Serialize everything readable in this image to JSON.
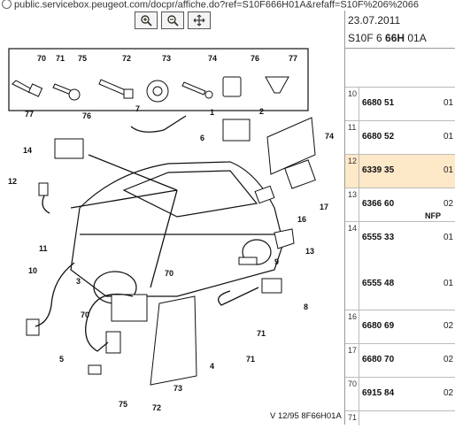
{
  "browser": {
    "url": "public.servicebox.peugeot.com/docpr/affiche.do?ref=S10F666H01A&refaff=S10F%206%2066"
  },
  "toolbar": {
    "zoom_in": "zoom-in",
    "zoom_out": "zoom-out",
    "fit": "fit-to-window"
  },
  "header": {
    "date": "23.07.2011",
    "ref_prefix": "S10F 6 ",
    "ref_bold": "66H",
    "ref_suffix": " 01A"
  },
  "parts": [
    {
      "index": "10",
      "part": "6680 51",
      "qty": "01",
      "highlight": false
    },
    {
      "index": "11",
      "part": "6680 52",
      "qty": "01",
      "highlight": false
    },
    {
      "index": "12",
      "part": "6339 35",
      "qty": "01",
      "highlight": true
    },
    {
      "index": "13",
      "part": "6366 60",
      "qty": "02",
      "note": "NFP",
      "highlight": false
    },
    {
      "index": "14",
      "part": "6555 33",
      "qty": "01",
      "highlight": false
    },
    {
      "index": "",
      "part": "6555 48",
      "qty": "01",
      "highlight": false
    },
    {
      "index": "16",
      "part": "6680 69",
      "qty": "02",
      "highlight": false
    },
    {
      "index": "17",
      "part": "6680 70",
      "qty": "02",
      "highlight": false
    },
    {
      "index": "70",
      "part": "6915 84",
      "qty": "02",
      "highlight": false
    },
    {
      "index": "71",
      "part": "",
      "qty": "",
      "highlight": false
    }
  ],
  "diagram": {
    "callouts": [
      "70",
      "71",
      "75",
      "72",
      "73",
      "74",
      "76",
      "77",
      "7",
      "1",
      "2",
      "74",
      "77",
      "76",
      "6",
      "14",
      "12",
      "17",
      "16",
      "13",
      "11",
      "9",
      "10",
      "3",
      "70",
      "8",
      "70",
      "71",
      "71",
      "4",
      "5",
      "75",
      "73",
      "72"
    ],
    "footer": "V 12/95  8F66H01A"
  }
}
